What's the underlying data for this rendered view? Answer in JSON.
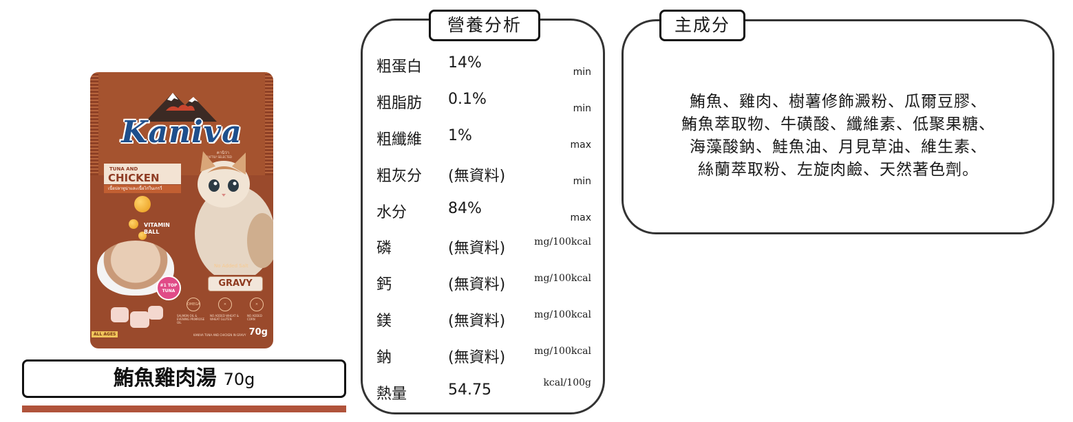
{
  "product": {
    "pouch": {
      "brand": "Kaniva",
      "brand_thai": "คานิว่า",
      "tagline": "CRAFTILY SELECTED",
      "flavor_small": "TUNA AND",
      "flavor_large": "CHICKEN",
      "flavor_thai": "เนื้อปลาทูน่าและเนื้อไก่ในเกรวี่",
      "vitamin_line1": "VITAMIN",
      "vitamin_line2": "BALL",
      "badge_line1": "#1 TOP",
      "badge_line2": "TUNA",
      "no_added_salt": "No Added Salt",
      "gravy": "GRAVY",
      "omega": "OMEGA",
      "icon_cap1": "SALMON OIL & EVENING PRIMROSE OIL",
      "icon_cap2": "NO ADDED WHEAT & WHEAT GLUTEN",
      "icon_cap3": "NO ADDED CORN",
      "all_ages": "ALL AGES",
      "bottom_text": "KANIVA TUNA AND CHICKEN IN GRAVY",
      "weight": "70g"
    },
    "name": "鮪魚雞肉湯",
    "weight": "70g"
  },
  "nutrition": {
    "title": "營養分析",
    "rows": [
      {
        "name": "粗蛋白",
        "value": "14%",
        "unit": "min"
      },
      {
        "name": "粗脂肪",
        "value": "0.1%",
        "unit": "min"
      },
      {
        "name": "粗纖維",
        "value": "1%",
        "unit": "max"
      },
      {
        "name": "粗灰分",
        "value": "(無資料)",
        "unit": "min"
      },
      {
        "name": "水分",
        "value": "84%",
        "unit": "max"
      },
      {
        "name": "磷",
        "value": "(無資料)",
        "unit": "mg/100kcal"
      },
      {
        "name": "鈣",
        "value": "(無資料)",
        "unit": "mg/100kcal"
      },
      {
        "name": "鎂",
        "value": "(無資料)",
        "unit": "mg/100kcal"
      },
      {
        "name": "鈉",
        "value": "(無資料)",
        "unit": "mg/100kcal"
      },
      {
        "name": "熱量",
        "value": "54.75",
        "unit": "kcal/100g"
      }
    ]
  },
  "ingredients": {
    "title": "主成分",
    "lines": [
      "鮪魚、雞肉、樹薯修飾澱粉、瓜爾豆膠、",
      "鮪魚萃取物、牛磺酸、纖維素、低聚果糖、",
      "海藻酸鈉、鮭魚油、月見草油、維生素、",
      "絲蘭萃取粉、左旋肉鹼、天然著色劑。"
    ]
  },
  "colors": {
    "pouch": "#9a4a2c",
    "brand_blue": "#1e4f8c",
    "underline": "#b0533b",
    "border": "#333333"
  }
}
